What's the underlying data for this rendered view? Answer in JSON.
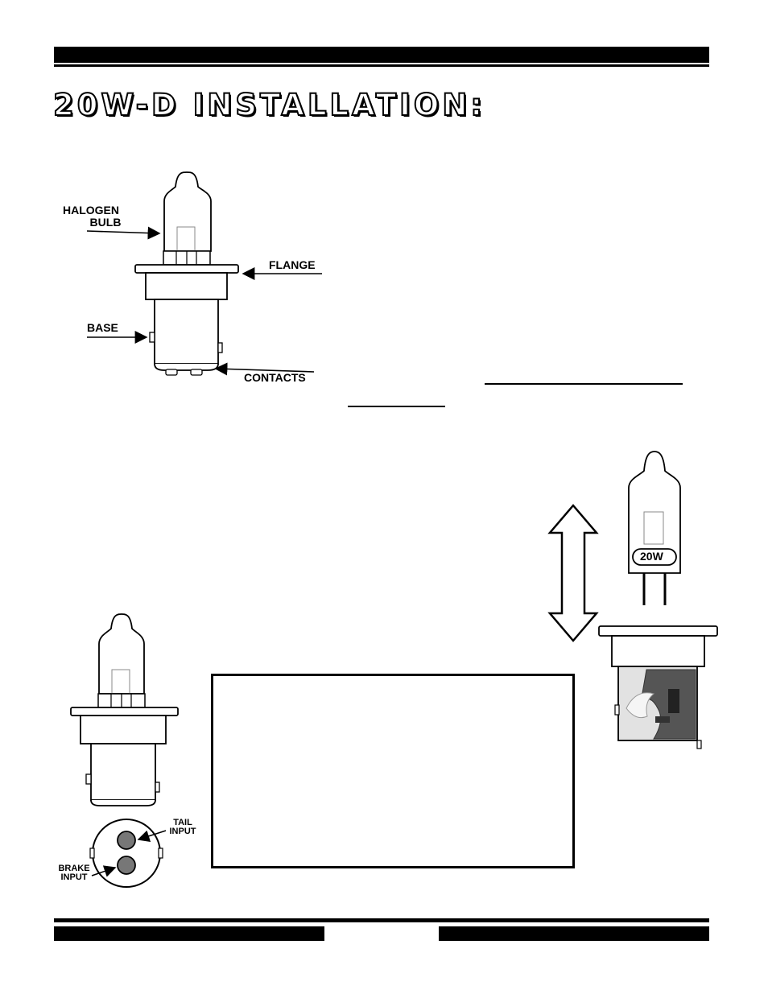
{
  "header": {
    "title": "20W-D INSTALLATION:"
  },
  "diagram_top": {
    "labels": {
      "halogen_line1": "HALOGEN",
      "halogen_line2": "BULB",
      "flange": "FLANGE",
      "base": "BASE",
      "contacts": "CONTACTS"
    }
  },
  "diagram_replace": {
    "wattage": "20W"
  },
  "diagram_contacts": {
    "tail_line1": "TAIL",
    "tail_line2": "INPUT",
    "brake_line1": "BRAKE",
    "brake_line2": "INPUT"
  }
}
